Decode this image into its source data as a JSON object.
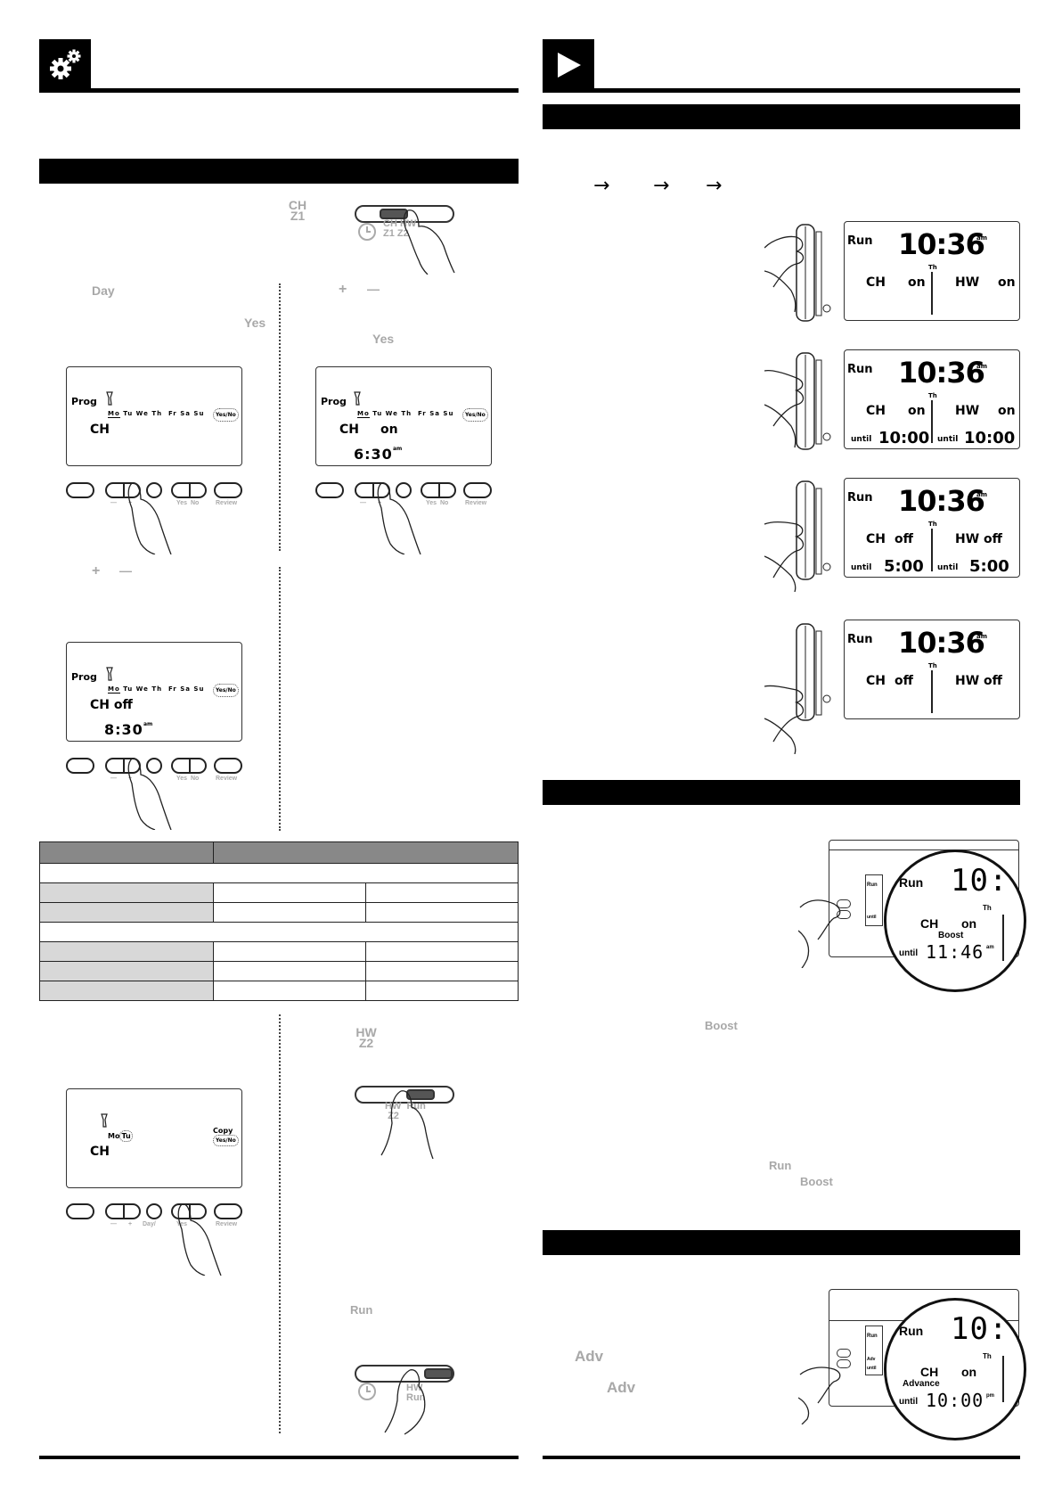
{
  "left_header": {
    "icon": "gear-icon"
  },
  "right_header": {
    "icon": "play-icon"
  },
  "setting": {
    "ch_z1": {
      "l1": "CH",
      "l2": "Z1"
    },
    "slider_labels": {
      "ch": "CH",
      "hw": "HW",
      "z1": "Z1",
      "z2": "Z2",
      "run": "Run"
    },
    "day_label": "Day",
    "yes_label": "Yes",
    "plus_label": "+",
    "minus_label": "—",
    "hw_z2": {
      "l1": "HW",
      "l2": "Z2"
    },
    "run_label": "Run"
  },
  "lcd_prog": {
    "prog": "Prog",
    "days": [
      "Mo",
      "Tu",
      "We",
      "Th",
      "Fr",
      "Sa",
      "Su"
    ],
    "yesno": "Yes/No",
    "ch": "CH",
    "on": "on",
    "ch_off": "CH  off",
    "time1": "6:30",
    "time2": "8:30",
    "am": "am",
    "copy": "Copy",
    "mo": "Mo",
    "tu": "Tu"
  },
  "buttons": {
    "minus": "—",
    "plus": "+",
    "yes": "Yes",
    "no": "No",
    "review": "Review",
    "day": "Day/"
  },
  "run_screens": [
    {
      "run": "Run",
      "time": "10:36",
      "ampm": "am",
      "day": "Th",
      "ch": "CH",
      "ch_state": "on",
      "hw": "HW",
      "hw_state": "on",
      "until_l": "",
      "t_l": "",
      "until_r": "",
      "t_r": ""
    },
    {
      "run": "Run",
      "time": "10:36",
      "ampm": "am",
      "day": "Th",
      "ch": "CH",
      "ch_state": "on",
      "hw": "HW",
      "hw_state": "on",
      "until_l": "until",
      "t_l": "10:00",
      "until_r": "until",
      "t_r": "10:00"
    },
    {
      "run": "Run",
      "time": "10:36",
      "ampm": "am",
      "day": "Th",
      "ch": "CH",
      "ch_state": "off",
      "hw": "HW",
      "hw_state": "off",
      "until_l": "until",
      "t_l": "5:00",
      "until_r": "until",
      "t_r": "5:00"
    },
    {
      "run": "Run",
      "time": "10:36",
      "ampm": "am",
      "day": "Th",
      "ch": "CH",
      "ch_state": "off",
      "hw": "HW",
      "hw_state": "off",
      "until_l": "",
      "t_l": "",
      "until_r": "",
      "t_r": ""
    }
  ],
  "boost": {
    "run": "Run",
    "time": "10:",
    "day": "Th",
    "ch": "CH",
    "on": "on",
    "boost": "Boost",
    "until": "until",
    "until_time": "11:46",
    "pm": "am",
    "small_run": "Run",
    "small_until": "until",
    "label1": "Boost",
    "label2": "Run",
    "label3": "Boost"
  },
  "advance": {
    "run": "Run",
    "time": "10:",
    "day": "Th",
    "ch": "CH",
    "on": "on",
    "advance": "Advance",
    "until": "until",
    "until_time": "10:00",
    "pm": "pm",
    "small_run": "Run",
    "small_adv": "Adv",
    "small_until": "until",
    "label1": "Adv",
    "label2": "Adv"
  }
}
